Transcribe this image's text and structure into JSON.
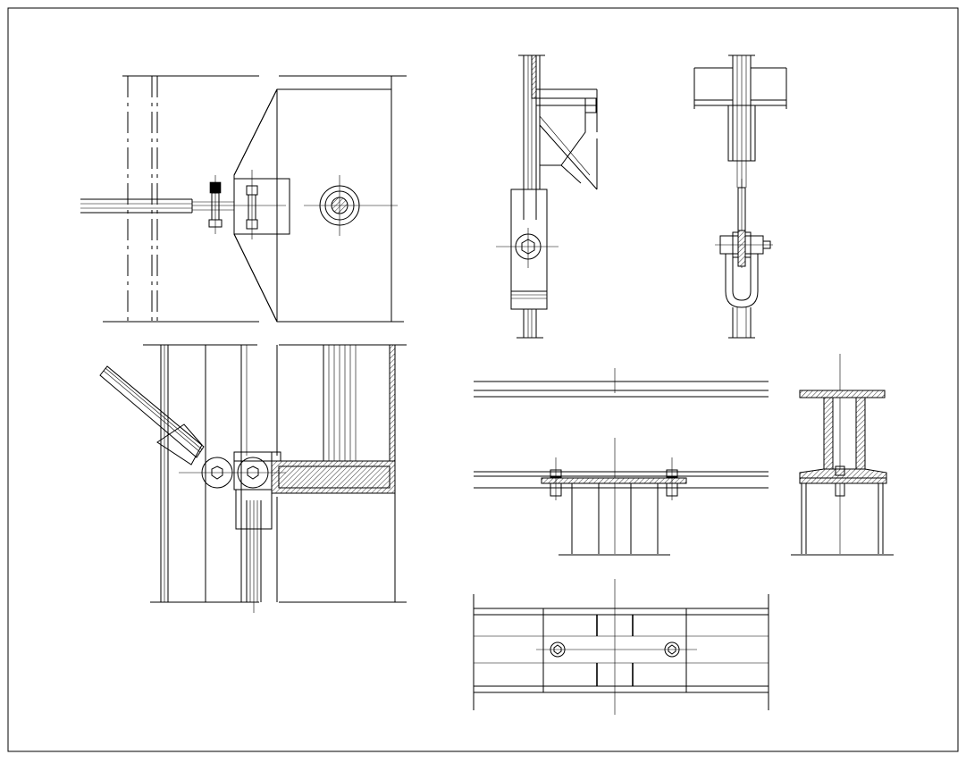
{
  "drawing": {
    "kind": "cad-steel-connection-details",
    "views": [
      {
        "id": "view-1",
        "depicts": "plan-brace-gusset-with-pin"
      },
      {
        "id": "view-2",
        "depicts": "side-brace-with-pin-plate"
      },
      {
        "id": "view-3",
        "depicts": "end-clevis-hanger"
      },
      {
        "id": "view-4",
        "depicts": "brace-to-box-column"
      },
      {
        "id": "view-5",
        "depicts": "beam-splice-elevation"
      },
      {
        "id": "view-6",
        "depicts": "beam-section"
      },
      {
        "id": "view-7",
        "depicts": "beam-splice-plan"
      }
    ],
    "colors": {
      "paper": "#ffffff",
      "ink": "#000000"
    }
  }
}
